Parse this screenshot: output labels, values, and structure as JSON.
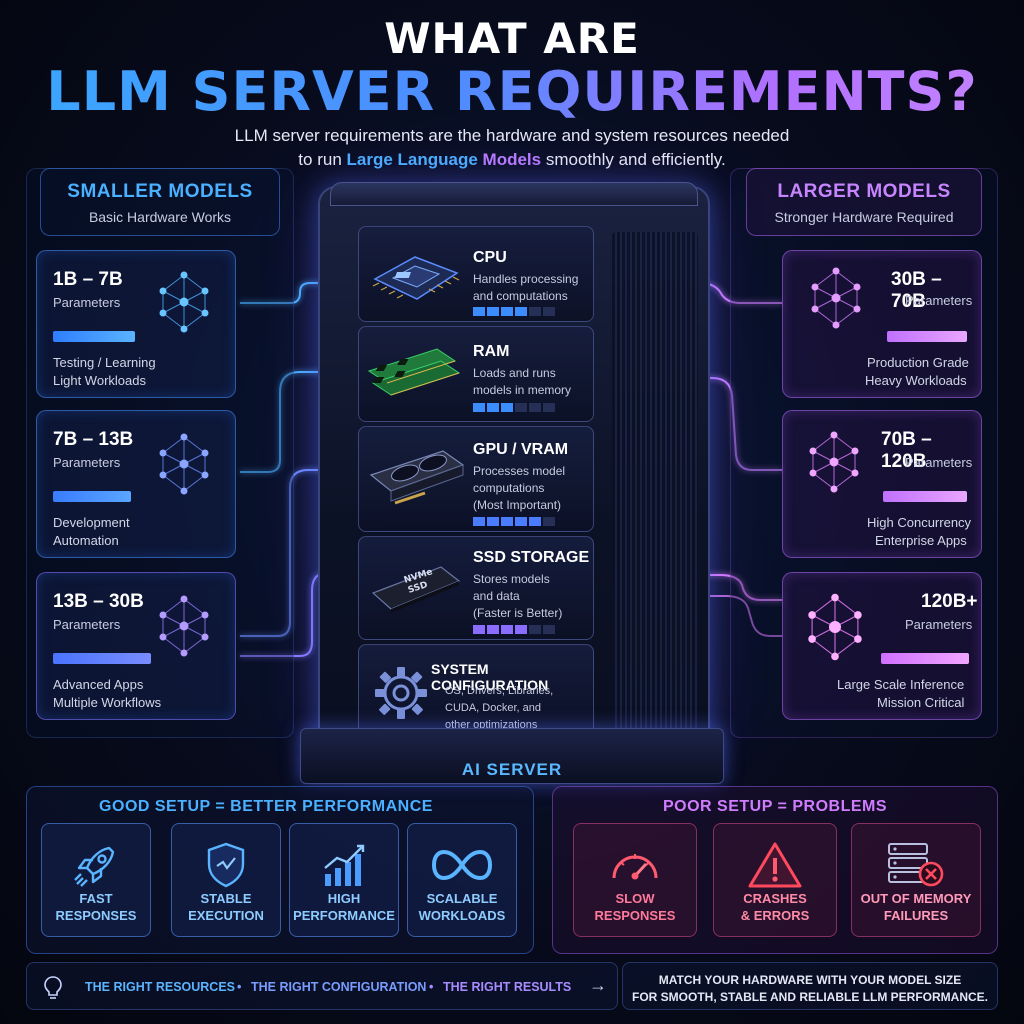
{
  "header": {
    "title_line1": "WHAT ARE",
    "title_line2": "LLM SERVER REQUIREMENTS?",
    "subtitle_line1": "LLM server requirements are the hardware and system resources needed",
    "subtitle_prefix": "to run ",
    "subtitle_hl1": "Large Language",
    "subtitle_hl2": "Models",
    "subtitle_suffix": " smoothly and efficiently."
  },
  "smaller": {
    "heading": "SMALLER MODELS",
    "subheading": "Basic Hardware Works",
    "cards": [
      {
        "range": "1B – 7B",
        "param": "Parameters",
        "line1": "Testing / Learning",
        "line2": "Light Workloads",
        "level": 0.5
      },
      {
        "range": "7B – 13B",
        "param": "Parameters",
        "line1": "Development",
        "line2": "Automation",
        "level": 0.6
      },
      {
        "range": "13B – 30B",
        "param": "Parameters",
        "line1": "Advanced Apps",
        "line2": "Multiple Workflows",
        "level": 0.7
      }
    ]
  },
  "larger": {
    "heading": "LARGER MODELS",
    "subheading": "Stronger Hardware Required",
    "cards": [
      {
        "range": "30B – 70B",
        "param": "Parameters",
        "line1": "Production Grade",
        "line2": "Heavy Workloads",
        "level": 0.55
      },
      {
        "range": "70B – 120B",
        "param": "Parameters",
        "line1": "High Concurrency",
        "line2": "Enterprise Apps",
        "level": 0.65
      },
      {
        "range": "120B+",
        "param": "Parameters",
        "line1": "Large Scale Inference",
        "line2": "Mission Critical",
        "level": 0.75
      }
    ]
  },
  "server": {
    "label": "AI SERVER",
    "components": [
      {
        "title": "CPU",
        "desc": "Handles processing\nand computations",
        "level": 4,
        "icon": "cpu-icon",
        "chip_text": ""
      },
      {
        "title": "RAM",
        "desc": "Loads and runs\nmodels in memory",
        "level": 3,
        "icon": "ram-icon",
        "chip_text": ""
      },
      {
        "title": "GPU / VRAM",
        "desc": "Processes model\ncomputations\n(Most Important)",
        "level": 5,
        "icon": "gpu-icon",
        "chip_text": ""
      },
      {
        "title": "SSD STORAGE",
        "desc": "Stores models\nand data\n(Faster is Better)",
        "level": 4,
        "icon": "ssd-icon",
        "chip_text": "NVMe\nSSD"
      },
      {
        "title": "SYSTEM CONFIGURATION",
        "desc": "OS, Drivers, Libraries,\nCUDA, Docker, and\nother optimizations",
        "level": 0,
        "icon": "gear-icon",
        "chip_text": ""
      }
    ]
  },
  "good": {
    "title": "GOOD SETUP = BETTER PERFORMANCE",
    "tiles": [
      {
        "label": "FAST\nRESPONSES",
        "icon": "rocket-icon"
      },
      {
        "label": "STABLE\nEXECUTION",
        "icon": "shield-icon"
      },
      {
        "label": "HIGH\nPERFORMANCE",
        "icon": "growth-chart-icon"
      },
      {
        "label": "SCALABLE\nWORKLOADS",
        "icon": "infinity-icon"
      }
    ]
  },
  "poor": {
    "title": "POOR SETUP = PROBLEMS",
    "tiles": [
      {
        "label": "SLOW\nRESPONSES",
        "icon": "speedometer-icon"
      },
      {
        "label": "CRASHES\n& ERRORS",
        "icon": "warning-icon"
      },
      {
        "label": "OUT OF MEMORY\nFAILURES",
        "icon": "server-error-icon"
      }
    ]
  },
  "footer": {
    "item1": "THE RIGHT RESOURCES",
    "item2": "THE RIGHT CONFIGURATION",
    "item3": "THE RIGHT RESULTS",
    "bullet": "•",
    "arrow": "→",
    "message": "MATCH YOUR HARDWARE WITH YOUR MODEL SIZE\nFOR SMOOTH, STABLE AND RELIABLE LLM PERFORMANCE."
  },
  "colors": {
    "blue_accent": "#4ab0ff",
    "purple_accent": "#b87cff",
    "pink_accent": "#e77cff",
    "red_accent": "#ff5a6e"
  }
}
